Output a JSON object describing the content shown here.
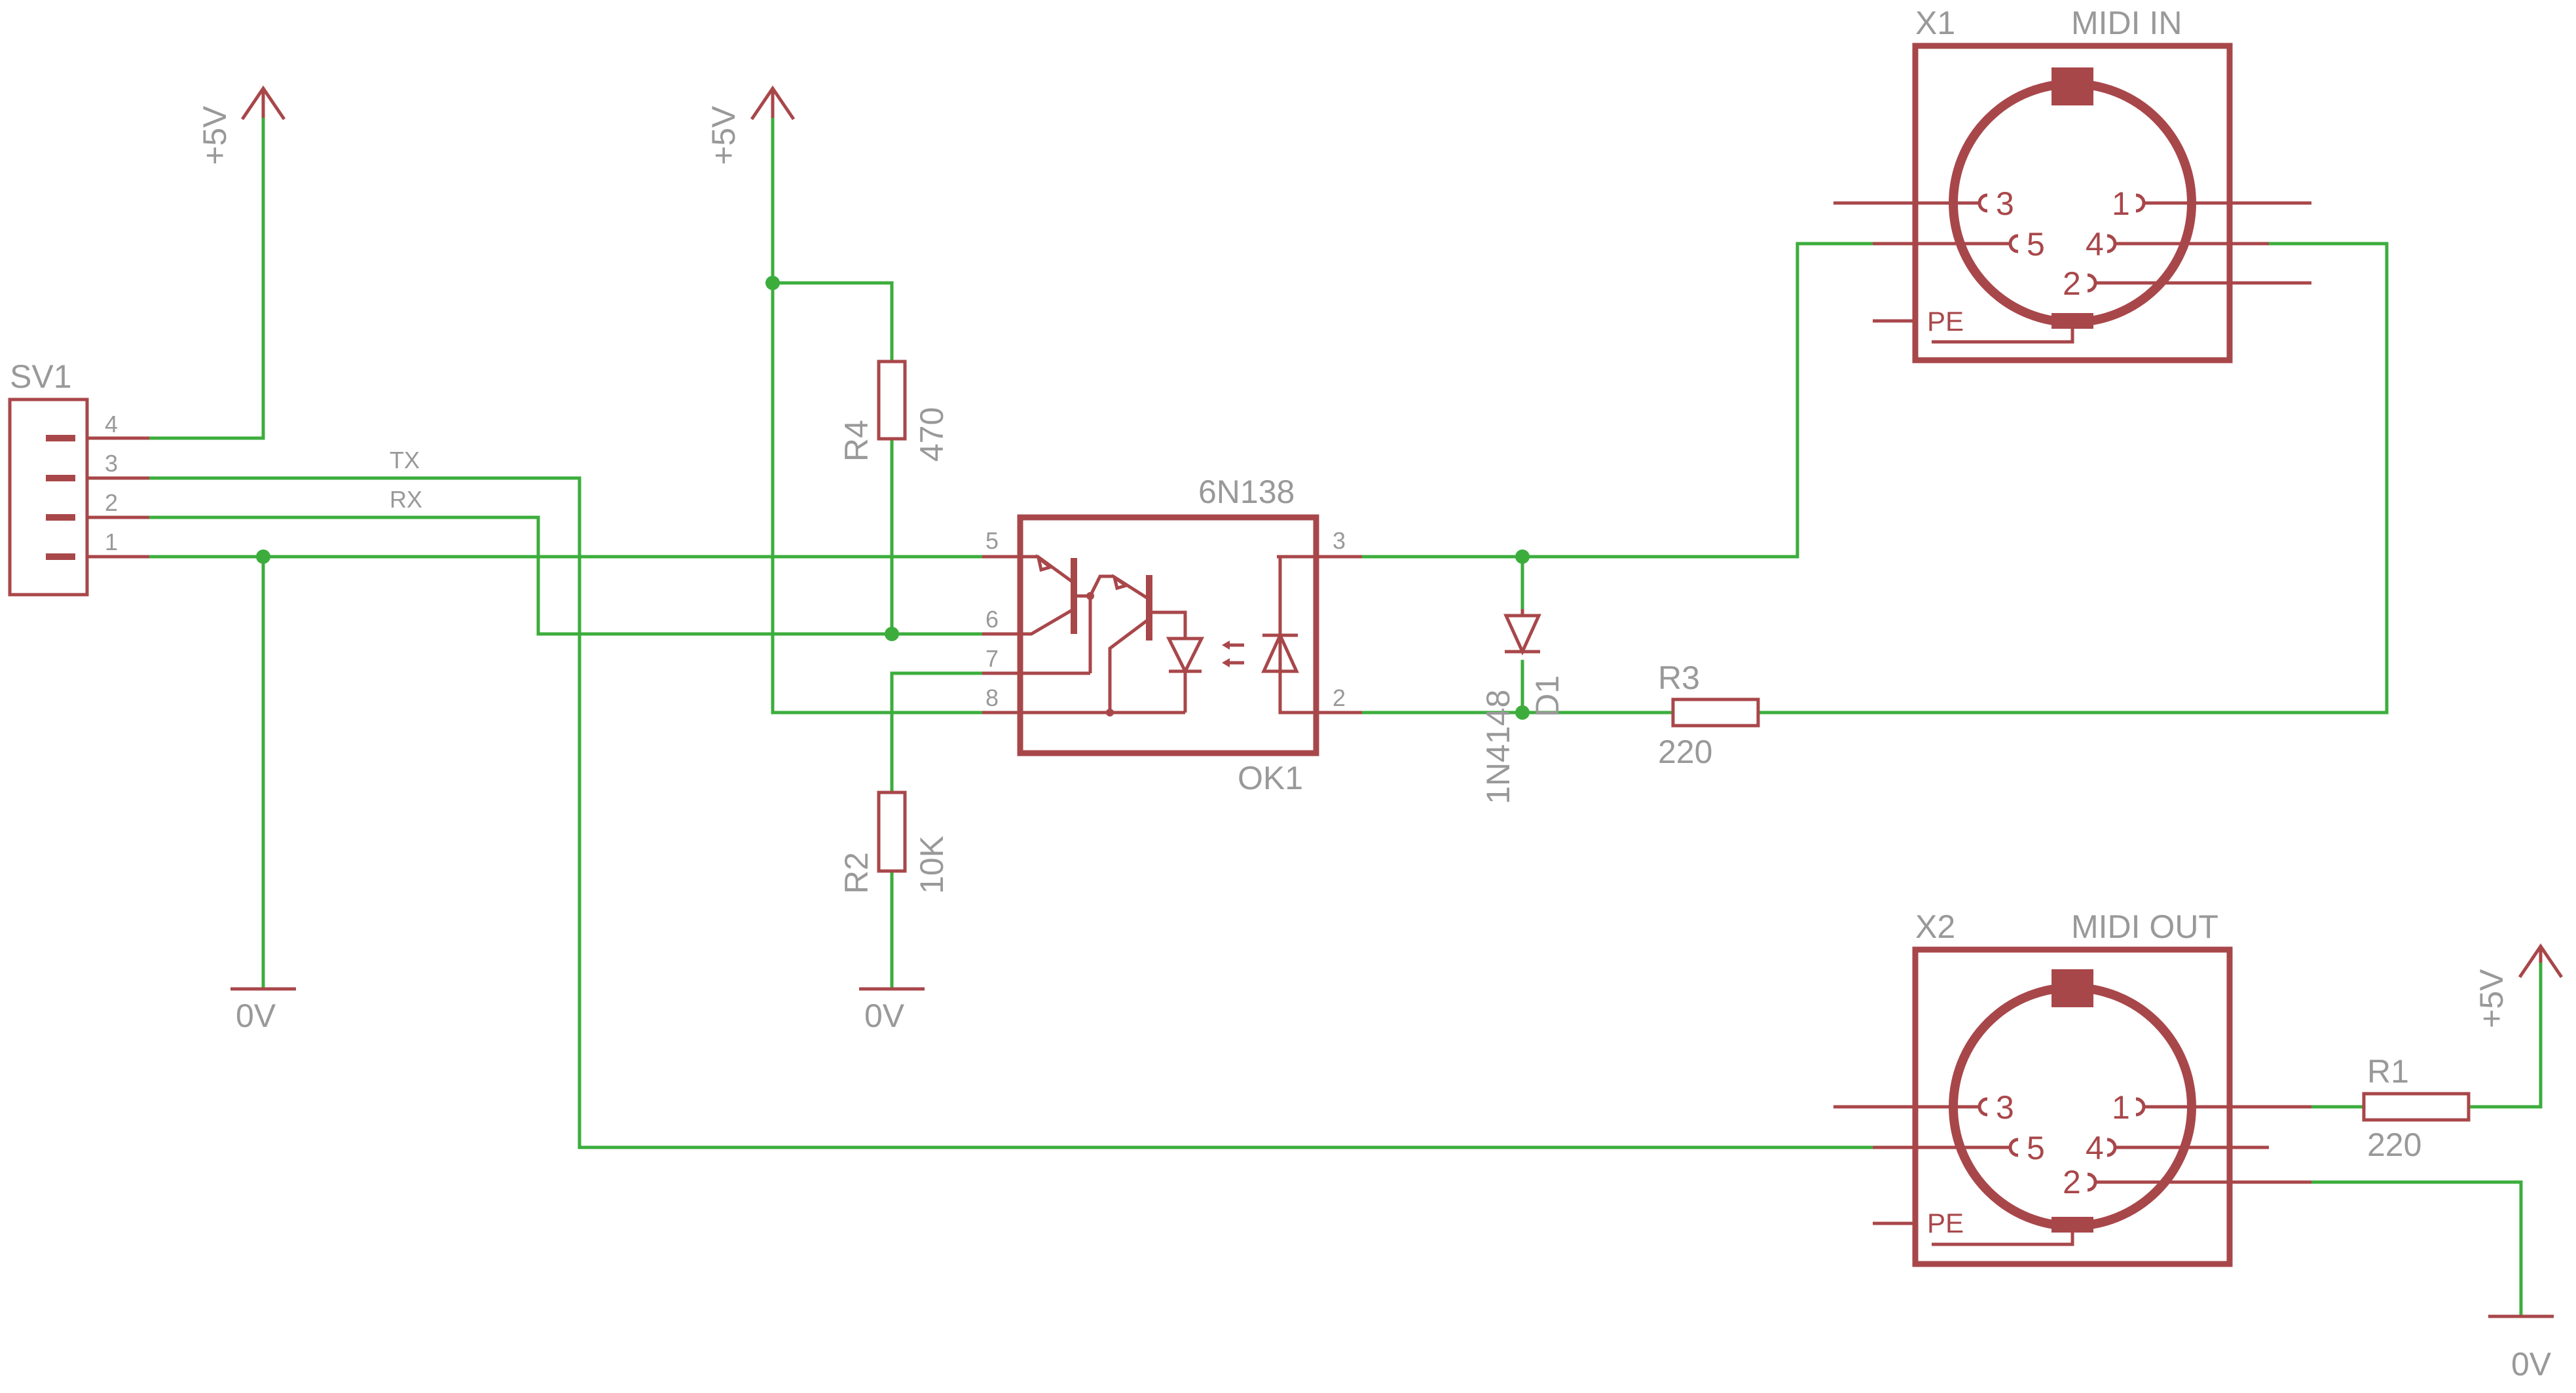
{
  "diagram": {
    "connector_sv1": {
      "name": "SV1",
      "pins": [
        "4",
        "3",
        "2",
        "1"
      ],
      "signal_tx": "TX",
      "signal_rx": "RX"
    },
    "supply": {
      "plus5v_label": "+5V",
      "gnd_label": "0V"
    },
    "r4": {
      "name": "R4",
      "value": "470"
    },
    "r2": {
      "name": "R2",
      "value": "10K"
    },
    "r3": {
      "name": "R3",
      "value": "220"
    },
    "r1": {
      "name": "R1",
      "value": "220"
    },
    "ok1": {
      "part": "6N138",
      "name": "OK1",
      "pins_left": [
        "5",
        "6",
        "7",
        "8"
      ],
      "pins_right": [
        "3",
        "2"
      ]
    },
    "d1": {
      "part": "1N4148",
      "name": "D1"
    },
    "x1": {
      "name": "X1",
      "title": "MIDI IN",
      "pins": [
        "3",
        "5",
        "1",
        "4",
        "2"
      ],
      "pe": "PE"
    },
    "x2": {
      "name": "X2",
      "title": "MIDI OUT",
      "pins": [
        "3",
        "5",
        "1",
        "4",
        "2"
      ],
      "pe": "PE"
    }
  },
  "colors": {
    "wire": "#3cad3c",
    "symbol": "#a8474a",
    "label": "#999999",
    "background": "#ffffff"
  }
}
